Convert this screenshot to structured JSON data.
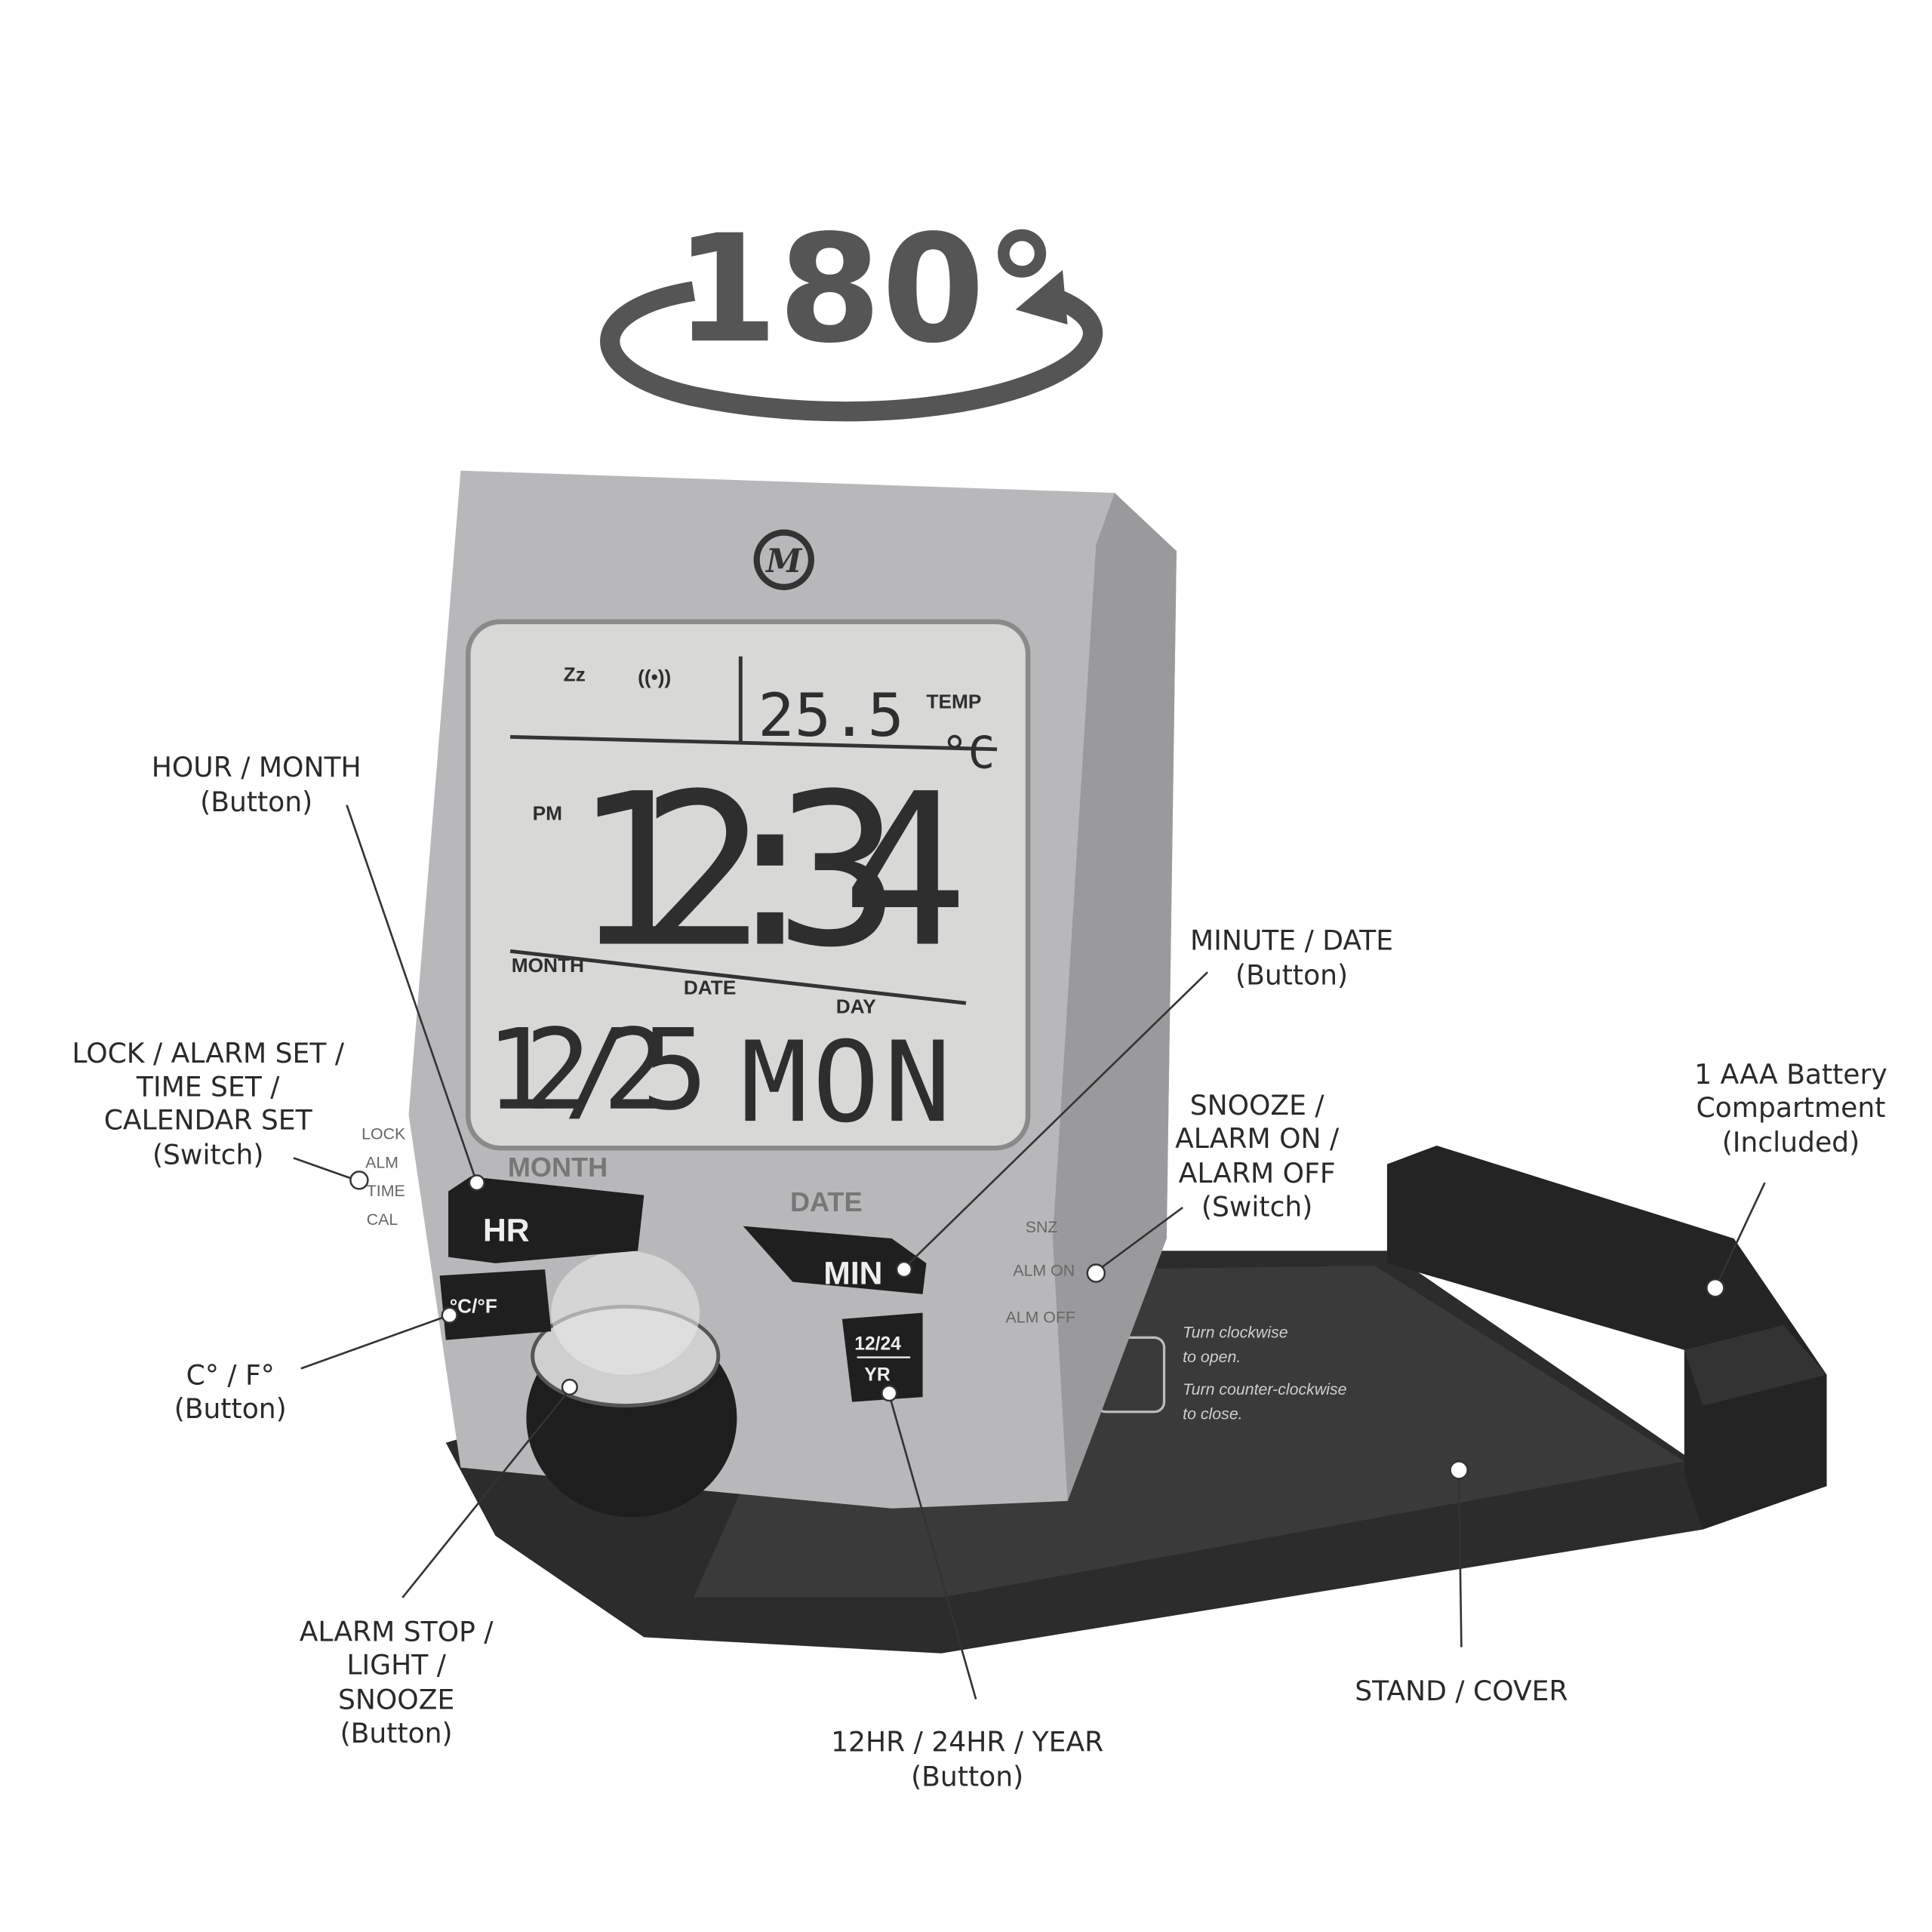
{
  "rotation_badge": {
    "text": "180°"
  },
  "brand_logo": "M",
  "lcd": {
    "snooze_indicator": "Zz",
    "alarm_indicator": "((•))",
    "temperature": "25.5",
    "temperature_unit": "°C",
    "temp_label": "TEMP",
    "ampm": "PM",
    "time": "12:34",
    "month_label": "MONTH",
    "date_label": "DATE",
    "day_label": "DAY",
    "date_value": "12/25",
    "day_value": "MON"
  },
  "body_print": {
    "month": "MONTH",
    "date": "DATE",
    "left_switch": [
      "LOCK",
      "ALM",
      "TIME",
      "CAL"
    ],
    "right_switch": [
      "SNZ",
      "ALM ON",
      "ALM OFF"
    ]
  },
  "buttons": {
    "hr": "HR",
    "min": "MIN",
    "cf": "°C/°F",
    "yr_top": "12/24",
    "yr_bottom": "YR"
  },
  "stand_print": [
    "Turn clockwise",
    "to open.",
    "Turn counter-clockwise",
    "to close."
  ],
  "callouts": {
    "hour_month": [
      "HOUR / MONTH",
      "(Button)"
    ],
    "lock_switch": [
      "LOCK / ALARM SET /",
      "TIME SET /",
      "CALENDAR SET",
      "(Switch)"
    ],
    "cf_button": [
      "C° / F°",
      "(Button)"
    ],
    "alarm_stop": [
      "ALARM STOP /",
      "LIGHT /",
      "SNOOZE",
      "(Button)"
    ],
    "hr_year": [
      "12HR / 24HR / YEAR",
      "(Button)"
    ],
    "minute_date": [
      "MINUTE / DATE",
      "(Button)"
    ],
    "snooze_switch": [
      "SNOOZE /",
      "ALARM ON /",
      "ALARM OFF",
      "(Switch)"
    ],
    "battery": [
      "1 AAA Battery",
      "Compartment",
      "(Included)"
    ],
    "stand": [
      "STAND / COVER"
    ]
  }
}
